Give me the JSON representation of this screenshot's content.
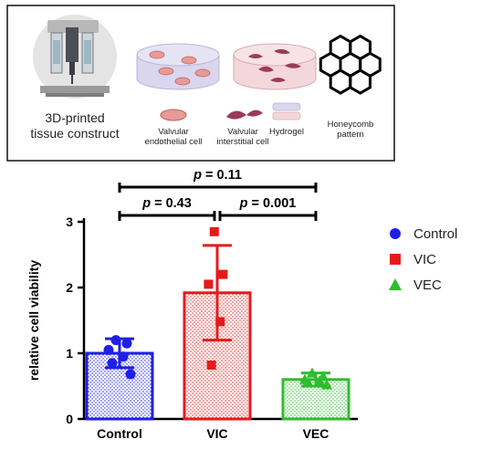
{
  "schematic": {
    "construct_label_line1": "3D-printed",
    "construct_label_line2": "tissue construct",
    "legend_items": [
      {
        "line1": "Valvular",
        "line2": "endothelial cell",
        "icon": "endothelial-cell-icon"
      },
      {
        "line1": "Valvular",
        "line2": "interstitial cell",
        "icon": "interstitial-cell-icon"
      },
      {
        "line1": "Hydrogel",
        "line2": "",
        "icon": "hydrogel-icon"
      },
      {
        "line1": "Honeycomb",
        "line2": "pattern",
        "icon": "honeycomb-icon"
      }
    ],
    "colors": {
      "dish_blue": "#d9d6ee",
      "dish_pink": "#f3d7dc",
      "endothelial_cell": "#e89a96",
      "interstitial_cell": "#9c3a5a",
      "honeycomb": "#000000"
    }
  },
  "chart_data": {
    "type": "bar",
    "ylabel": "relative cell viability",
    "ylim": [
      0,
      3
    ],
    "yticks": [
      0,
      1,
      2,
      3
    ],
    "categories": [
      "Control",
      "VIC",
      "VEC"
    ],
    "values": [
      1.0,
      1.92,
      0.6
    ],
    "error": [
      0.22,
      0.72,
      0.1
    ],
    "colors": [
      "#1f1fe6",
      "#e61a1a",
      "#2ebd2e"
    ],
    "markers": [
      "circle",
      "square",
      "triangle"
    ],
    "points": [
      [
        1.2,
        1.15,
        1.05,
        0.95,
        0.85,
        0.68
      ],
      [
        2.85,
        2.2,
        2.05,
        1.48,
        0.82
      ],
      [
        0.7,
        0.65,
        0.6,
        0.58,
        0.55,
        0.52
      ]
    ],
    "legend": {
      "position": "right",
      "entries": [
        "Control",
        "VIC",
        "VEC"
      ]
    },
    "annotations": [
      {
        "from": 0,
        "to": 2,
        "p_label": "p",
        "p_value": " = 0.11"
      },
      {
        "from": 0,
        "to": 1,
        "p_label": "p",
        "p_value": " = 0.43"
      },
      {
        "from": 1,
        "to": 2,
        "p_label": "p",
        "p_value": " = 0.001"
      }
    ]
  }
}
